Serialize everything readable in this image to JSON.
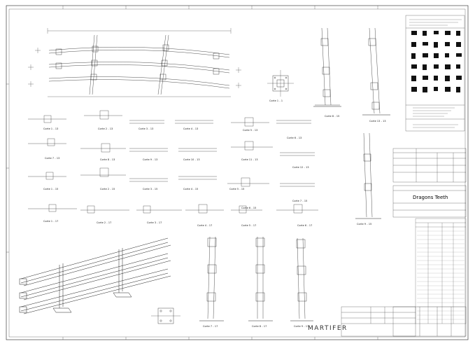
{
  "drawing": {
    "title": "Dragons Teeth",
    "company_logo": "MARTIFER"
  },
  "sections": [
    {
      "id": "s1",
      "label": "Corte 1 - 1"
    },
    {
      "id": "s2",
      "label": "Corte 1 - 13"
    },
    {
      "id": "s3",
      "label": "Corte 2 - 13"
    },
    {
      "id": "s4",
      "label": "Corte 3 - 13"
    },
    {
      "id": "s5",
      "label": "Corte 4 - 13"
    },
    {
      "id": "s6",
      "label": "Corte 5 - 13"
    },
    {
      "id": "s7",
      "label": "Corte 6 - 13"
    },
    {
      "id": "s8",
      "label": "Corte 7 - 13"
    },
    {
      "id": "s9",
      "label": "Corte 8 - 13"
    },
    {
      "id": "s10",
      "label": "Corte 9 - 13"
    },
    {
      "id": "s11",
      "label": "Corte 10 - 13"
    },
    {
      "id": "s12",
      "label": "Corte 11 - 13"
    },
    {
      "id": "s13",
      "label": "Corte 12 - 13"
    },
    {
      "id": "s14",
      "label": "Corte 13 - 13"
    },
    {
      "id": "s15",
      "label": "Corte 1 - 15"
    },
    {
      "id": "s16",
      "label": "Corte 2 - 15"
    },
    {
      "id": "s17",
      "label": "Corte 3 - 15"
    },
    {
      "id": "s18",
      "label": "Corte 4 - 15"
    },
    {
      "id": "s19",
      "label": "Corte 5 - 15"
    },
    {
      "id": "s20",
      "label": "Corte 6 - 15"
    },
    {
      "id": "s21",
      "label": "Corte 7 - 15"
    },
    {
      "id": "s22",
      "label": "Corte 8 - 15"
    },
    {
      "id": "s23",
      "label": "Corte 9 - 15"
    },
    {
      "id": "s24",
      "label": "Corte 1 - 17"
    },
    {
      "id": "s25",
      "label": "Corte 2 - 17"
    },
    {
      "id": "s26",
      "label": "Corte 3 - 17"
    },
    {
      "id": "s27",
      "label": "Corte 4 - 17"
    },
    {
      "id": "s28",
      "label": "Corte 5 - 17"
    },
    {
      "id": "s29",
      "label": "Corte 6 - 17"
    },
    {
      "id": "s30",
      "label": "Corte 7 - 17"
    },
    {
      "id": "s31",
      "label": "Corte 8 - 17"
    },
    {
      "id": "s32",
      "label": "Corte 9 - 17"
    }
  ]
}
